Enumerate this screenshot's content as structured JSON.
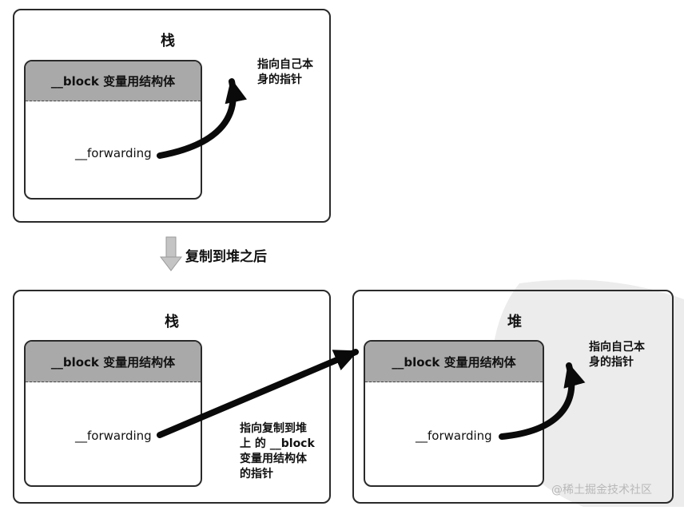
{
  "top": {
    "title": "栈",
    "header": "__block 变量用结构体",
    "field": "__forwarding",
    "note_lines": [
      "指向自己本",
      "身的指针"
    ]
  },
  "step_label": "复制到堆之后",
  "bottom_left": {
    "title": "栈",
    "header": "__block 变量用结构体",
    "field": "__forwarding"
  },
  "middle_note_lines": [
    "指向复制到堆",
    "上 的 __block",
    "变量用结构体",
    "的指针"
  ],
  "bottom_right": {
    "title": "堆",
    "header": "__block 变量用结构体",
    "field": "__forwarding",
    "note_lines": [
      "指向自己本",
      "身的指针"
    ]
  },
  "watermark": "@稀土掘金技术社区",
  "colors": {
    "header_fill": "#a9a9a9",
    "border": "#2a2a2a",
    "arrow": "#0a0a0a"
  }
}
